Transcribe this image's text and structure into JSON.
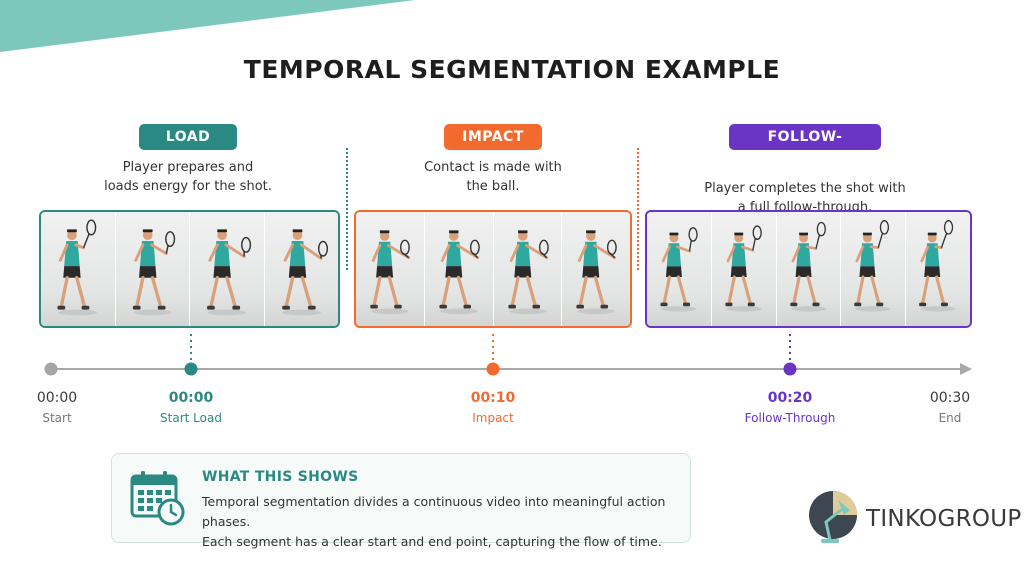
{
  "title": "TEMPORAL SEGMENTATION EXAMPLE",
  "colors": {
    "load": "#2a8a83",
    "impact": "#f26a2e",
    "follow": "#6a35c4",
    "axis": "#9a9a9a",
    "corner": "#7cc8bd"
  },
  "phases": [
    {
      "label": "LOAD",
      "desc_line1": "Player prepares and",
      "desc_line2": "loads energy for the shot."
    },
    {
      "label": "IMPACT",
      "desc_line1": "Contact is made with",
      "desc_line2": "the ball."
    },
    {
      "label": "FOLLOW-THROUGH",
      "desc_line1": "Player completes the shot with",
      "desc_line2": "a full follow-through."
    }
  ],
  "timeline": [
    {
      "time": "00:00",
      "label": "Start"
    },
    {
      "time": "00:00",
      "label": "Start Load"
    },
    {
      "time": "00:10",
      "label": "Impact"
    },
    {
      "time": "00:20",
      "label": "Follow-Through"
    },
    {
      "time": "00:30",
      "label": "End"
    }
  ],
  "info": {
    "icon": "calendar-clock-icon",
    "title": "WHAT THIS SHOWS",
    "line1": "Temporal segmentation divides a continuous video into meaningful action phases.",
    "line2": "Each segment has a clear start and end point, capturing the flow of time."
  },
  "brand": {
    "name": "TINKOGROUP",
    "icon": "desk-lamp-icon"
  }
}
